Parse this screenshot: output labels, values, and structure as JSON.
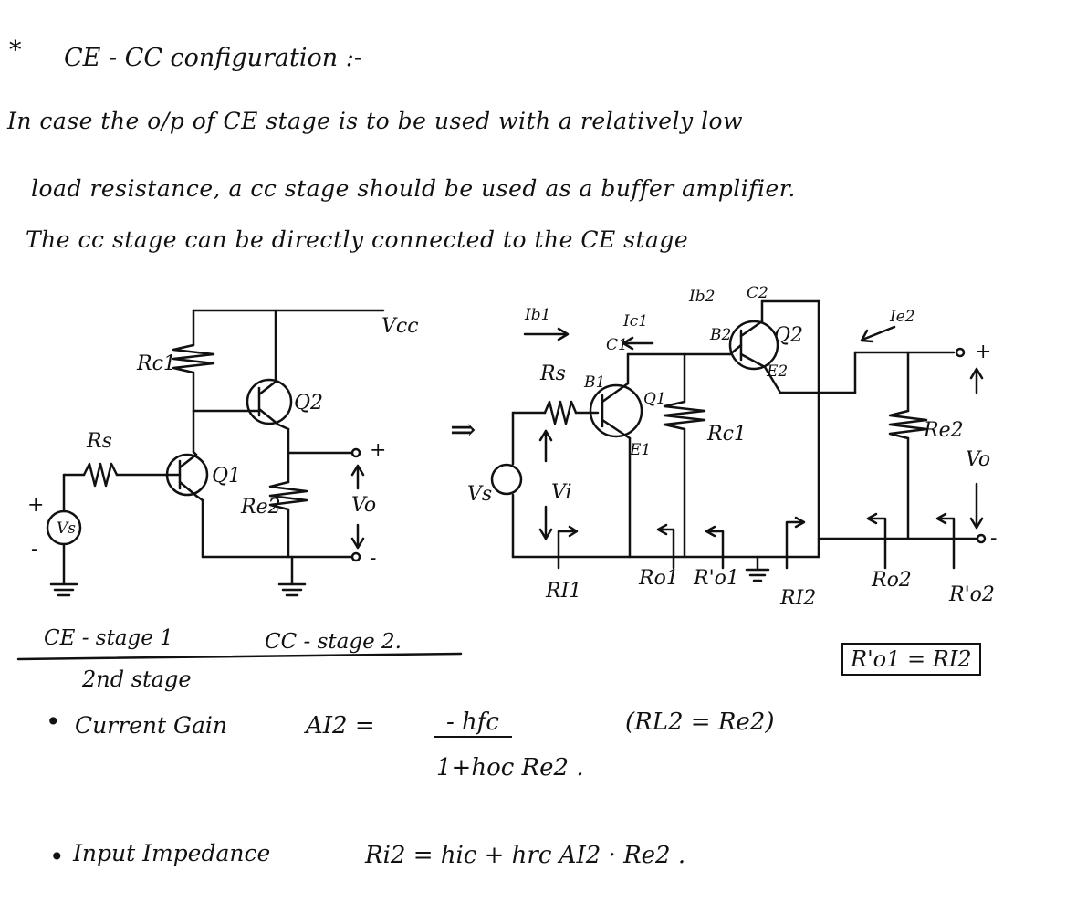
{
  "heading": {
    "bullet": "*",
    "title": "CE - CC configuration :-"
  },
  "paragraph": {
    "line1": "In case the o/p of CE stage is to be used with a relatively low",
    "line2": "load resistance, a cc stage should be used as a buffer amplifier.",
    "line3": "The cc stage can be directly connected to the CE stage"
  },
  "circuit_left": {
    "vcc": "Vcc",
    "rc1": "Rc1",
    "q2": "Q2",
    "rs": "Rs",
    "q1": "Q1",
    "re2": "Re2",
    "vs": "Vs",
    "plus": "+",
    "minus": "-",
    "vo": "Vo",
    "out_plus": "+",
    "out_minus": "-"
  },
  "arrow": "⇒",
  "circuit_right": {
    "ib1": "Ib1",
    "ic1": "Ic1",
    "ib2": "Ib2",
    "c2": "C2",
    "ie2": "Ie2",
    "c1": "C1",
    "b2": "B2",
    "q2": "Q2",
    "e2": "E2",
    "rs": "Rs",
    "b1": "B1",
    "q1": "Q1",
    "e1": "E1",
    "rc1": "Rc1",
    "re2": "Re2",
    "vo": "Vo",
    "vs": "Vs",
    "vi": "Vi",
    "out_plus": "+",
    "out_minus": "-",
    "ri1": "RI1",
    "ro1": "Ro1",
    "ro1p": "R'o1",
    "ri2": "RI2",
    "ro2": "Ro2",
    "ro2p": "R'o2"
  },
  "stage_labels": {
    "ce": "CE - stage 1",
    "cc": "CC - stage 2."
  },
  "boxed_relation": "R'o1 = RI2",
  "second_stage": "2nd stage",
  "current_gain": {
    "bullet": "•",
    "label": "Current Gain",
    "symbol": "AI2 =",
    "numerator": "- hfc",
    "denominator": "1+hoc Re2 .",
    "condition": "(RL2 = Re2)"
  },
  "input_impedance": {
    "bullet": "•",
    "label": "Input Impedance",
    "formula": "Ri2 = hic + hrc AI2 · Re2 ."
  }
}
